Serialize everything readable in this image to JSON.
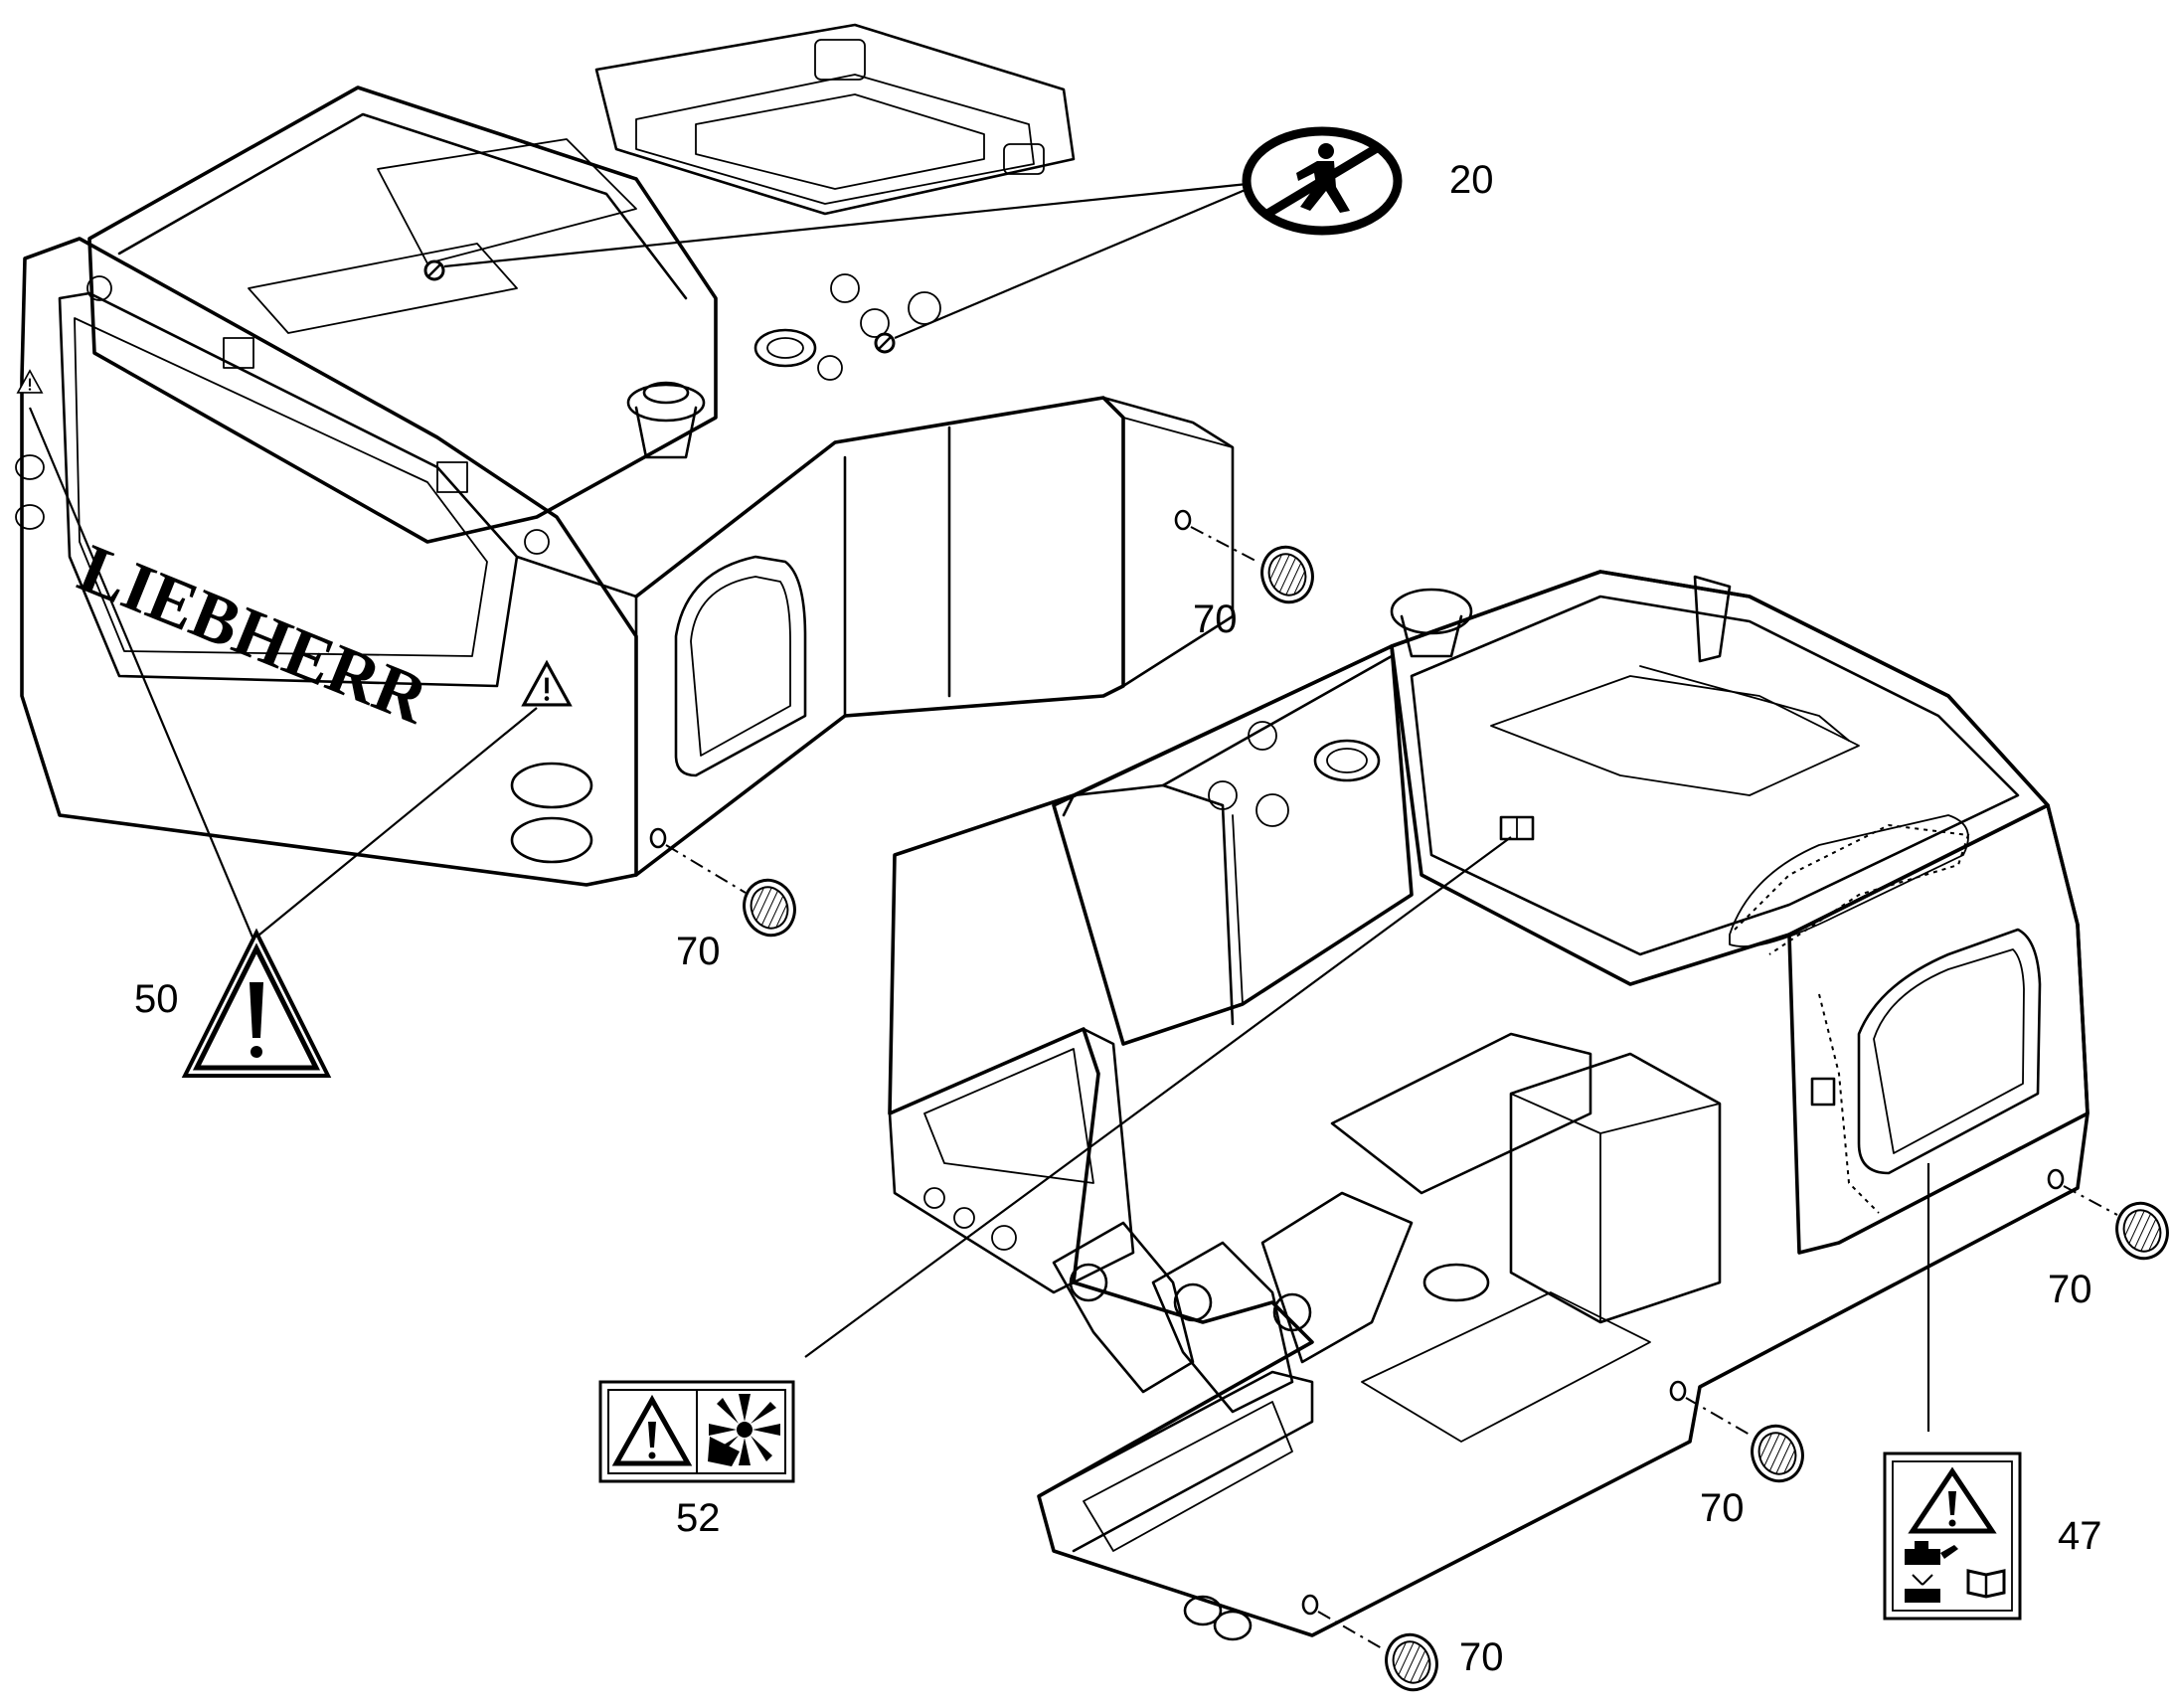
{
  "diagram": {
    "brand_lettering": "LIEBHERR",
    "callouts": [
      {
        "id": "c20",
        "label": "20",
        "part": "no-standing-decal"
      },
      {
        "id": "c50",
        "label": "50",
        "part": "warning-triangle-decal"
      },
      {
        "id": "c52",
        "label": "52",
        "part": "fan-hazard-decal"
      },
      {
        "id": "c47",
        "label": "47",
        "part": "operating-manual-warning-decal"
      },
      {
        "id": "c70a",
        "label": "70",
        "part": "grille-cap"
      },
      {
        "id": "c70b",
        "label": "70",
        "part": "grille-cap"
      },
      {
        "id": "c70c",
        "label": "70",
        "part": "grille-cap"
      },
      {
        "id": "c70d",
        "label": "70",
        "part": "grille-cap"
      },
      {
        "id": "c70e",
        "label": "70",
        "part": "grille-cap"
      }
    ],
    "icons": [
      "no-standing-icon",
      "warning-triangle-icon",
      "fan-hazard-icon",
      "excavator-icon",
      "manual-book-icon",
      "grille-cap-icon"
    ],
    "line_color": "#000000",
    "background_color": "#ffffff"
  }
}
